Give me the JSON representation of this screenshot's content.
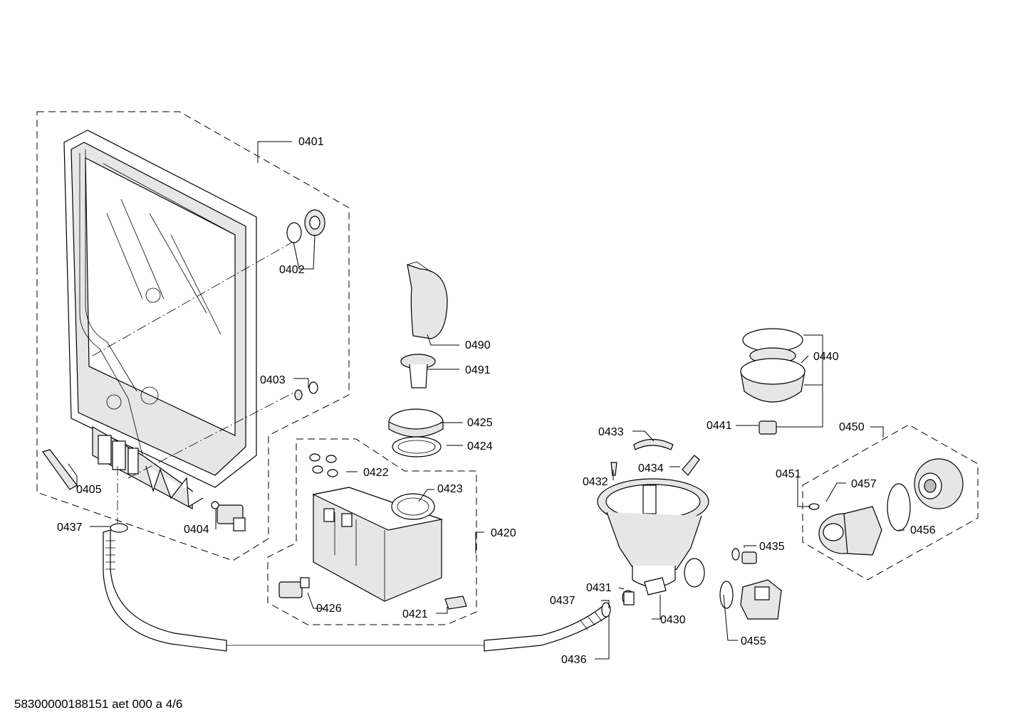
{
  "footer": {
    "text": "58300000188151 aet 000 a 4/6"
  },
  "labels": {
    "p0401": "0401",
    "p0402": "0402",
    "p0403": "0403",
    "p0404": "0404",
    "p0405": "0405",
    "p0420": "0420",
    "p0421": "0421",
    "p0422": "0422",
    "p0423": "0423",
    "p0424": "0424",
    "p0425": "0425",
    "p0426": "0426",
    "p0430": "0430",
    "p0431": "0431",
    "p0432": "0432",
    "p0433": "0433",
    "p0434": "0434",
    "p0435": "0435",
    "p0436": "0436",
    "p0437a": "0437",
    "p0437b": "0437",
    "p0440": "0440",
    "p0441": "0441",
    "p0450": "0450",
    "p0451": "0451",
    "p0455": "0455",
    "p0456": "0456",
    "p0457": "0457",
    "p0490": "0490",
    "p0491": "0491"
  }
}
